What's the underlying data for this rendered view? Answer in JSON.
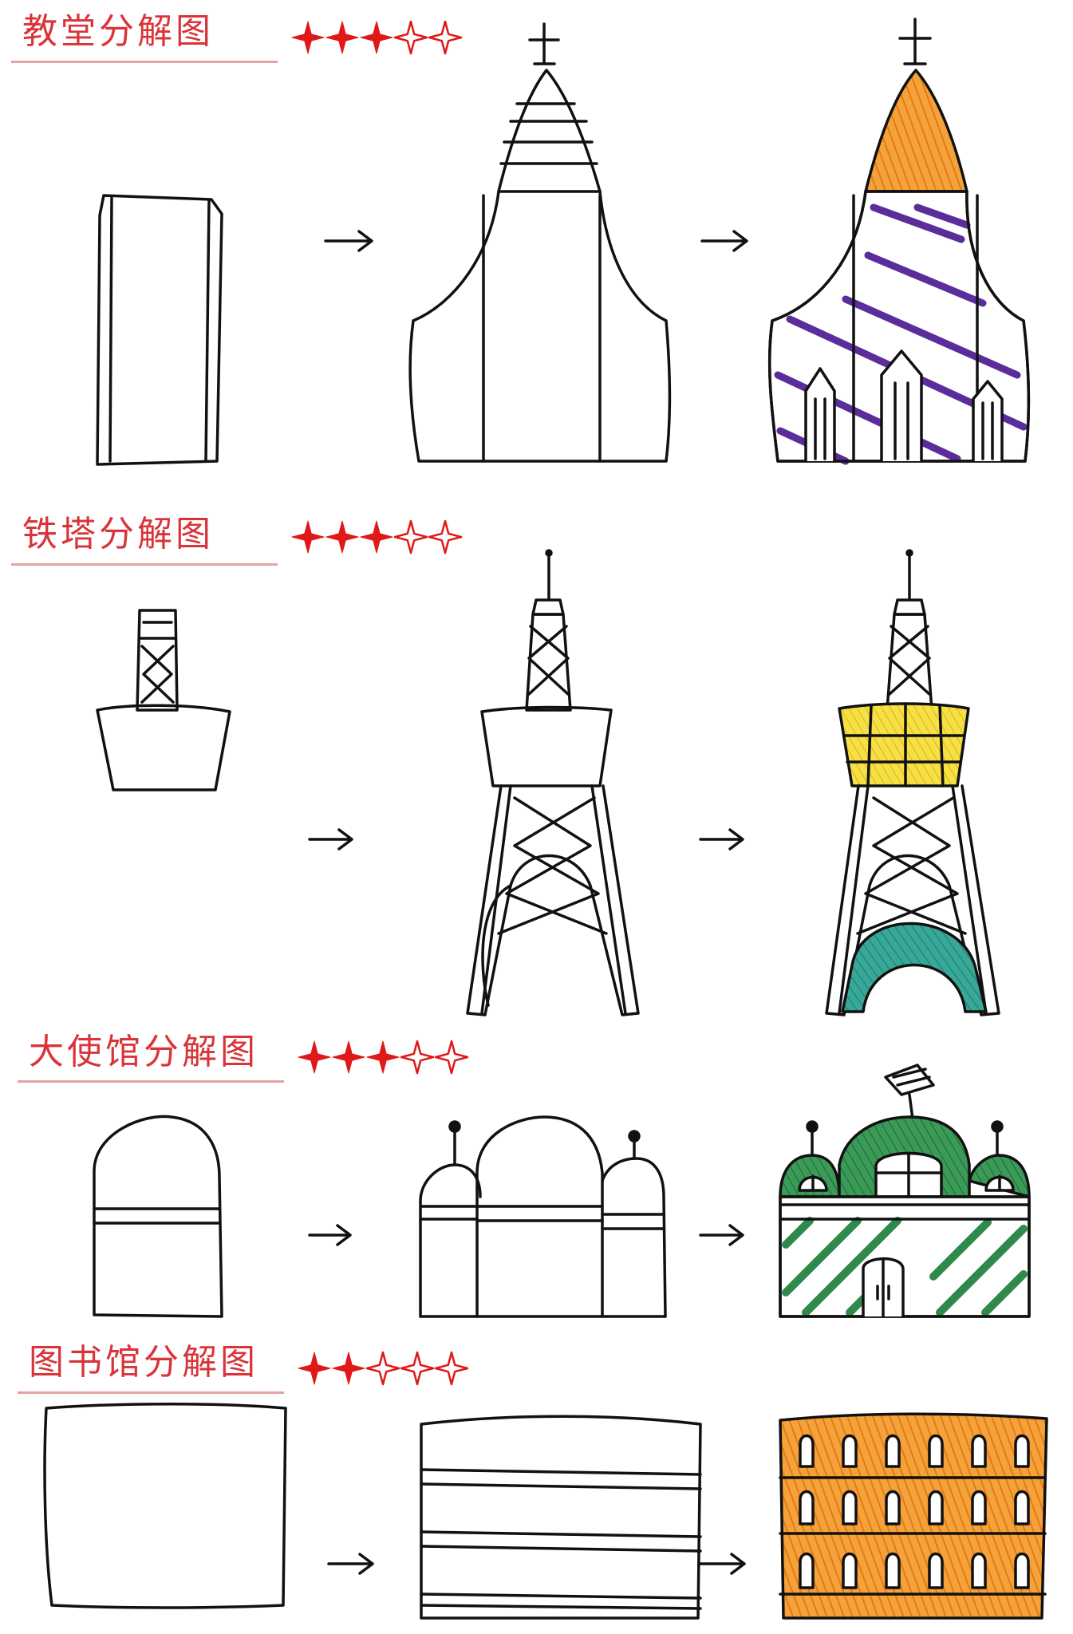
{
  "colors": {
    "title_red": "#d8343a",
    "divider_pink": "#e4a2a5",
    "star_red": "#e01818",
    "church_orange": "#f08a1c",
    "church_purple": "#5a2d9a",
    "tower_yellow": "#f2d21c",
    "tower_teal": "#2a9a8a",
    "embassy_green": "#2e8a4a",
    "library_orange": "#f08a1c"
  },
  "sections": [
    {
      "title": "教堂分解图",
      "rating": 3,
      "max_rating": 5,
      "subject": "church"
    },
    {
      "title": "铁塔分解图",
      "rating": 3,
      "max_rating": 5,
      "subject": "tower"
    },
    {
      "title": "大使馆分解图",
      "rating": 3,
      "max_rating": 5,
      "subject": "embassy"
    },
    {
      "title": "图书馆分解图",
      "rating": 2,
      "max_rating": 5,
      "subject": "library"
    }
  ],
  "step_arrow_glyph": "→"
}
